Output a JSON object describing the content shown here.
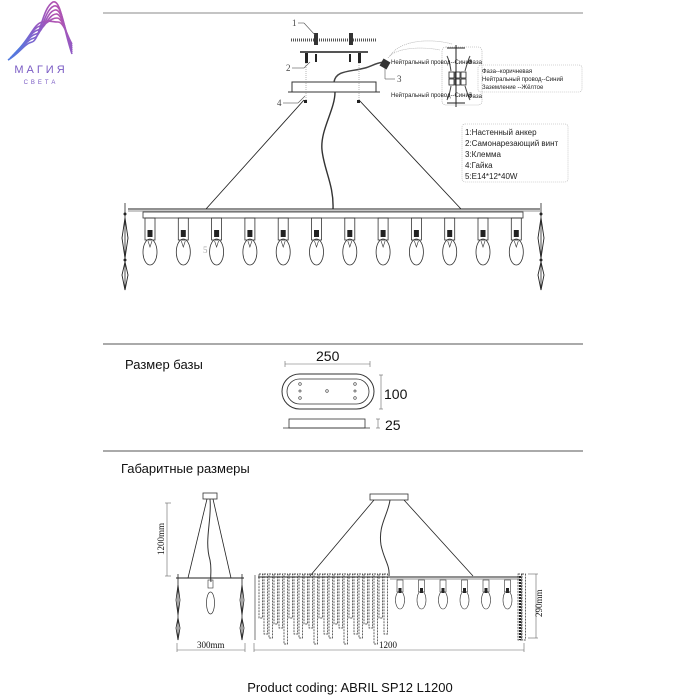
{
  "logo": {
    "name": "МАГИЯ",
    "subtitle": "СВЕТА",
    "colors": [
      "#4f7be0",
      "#8a5cc8",
      "#c04fa8"
    ]
  },
  "installation_diagram": {
    "callouts": [
      "1",
      "2",
      "3",
      "4",
      "5"
    ],
    "wiring": {
      "neutral_label_top": "Нейтральный провод--Синий",
      "neutral_label_bottom": "Нейтральный провод--Синий",
      "phase_label_top": "Фаза",
      "phase_label_bottom": "Фаза",
      "legend": [
        "Фаза--коричневая",
        "Нейтральный провод--Синий",
        "Заземление --Жёлтое"
      ]
    },
    "parts_legend": [
      "1:Настенный анкер",
      "2:Самонарезающий винт",
      "3:Клемма",
      "4:Гайка",
      "5:E14*12*40W"
    ],
    "bulb_count": 12
  },
  "base_size": {
    "title": "Размер базы",
    "width": "250",
    "depth": "100",
    "height": "25"
  },
  "overall_dimensions": {
    "title": "Габаритные размеры",
    "suspension_height": "1200mm",
    "side_width": "300mm",
    "length": "1200",
    "body_height": "290mm"
  },
  "product_coding": "Product coding: ABRIL SP12 L1200"
}
